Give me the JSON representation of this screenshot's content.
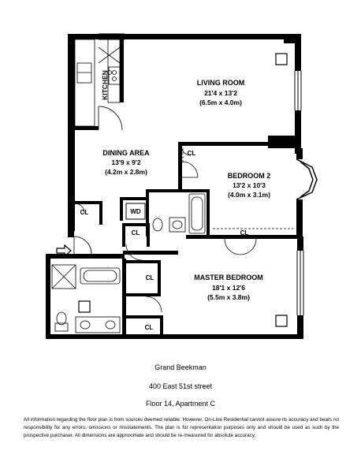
{
  "rooms": {
    "living_room": {
      "name": "LIVING ROOM",
      "dims_imperial": "21'4 x 13'2",
      "dims_metric": "(6.5m x 4.0m)"
    },
    "dining_area": {
      "name": "DINING AREA",
      "dims_imperial": "13'9 x 9'2",
      "dims_metric": "(4.2m x 2.8m)"
    },
    "bedroom_2": {
      "name": "BEDROOM 2",
      "dims_imperial": "13'2 x 10'3",
      "dims_metric": "(4.0m x 3.1m)"
    },
    "master_bedroom": {
      "name": "MASTER BEDROOM",
      "dims_imperial": "18'1 x 12'6",
      "dims_metric": "(5.5m x 3.8m)"
    },
    "kitchen": {
      "name": "KITCHEN"
    }
  },
  "fixtures": {
    "closet_label": "CL",
    "washer_dryer_label": "WD"
  },
  "info": {
    "building": "Grand Beekman",
    "address": "400 East 51st street",
    "unit": "Floor 14, Apartment C",
    "disclaimer": "All information regarding the floor plan is from sources deemed reliable. However, On-Line Residential cannot assure its accuracy and bears no responsibility for any errors, omissions or misstatements. The plan is for representation purposes only and should be used as such by the prospective purchaser. All dimensions are approximate and should be re-measured for absolute accuracy."
  },
  "colors": {
    "wall": "#000000",
    "background": "#ffffff"
  },
  "icons": {
    "entry": "entry-arrow-icon"
  }
}
